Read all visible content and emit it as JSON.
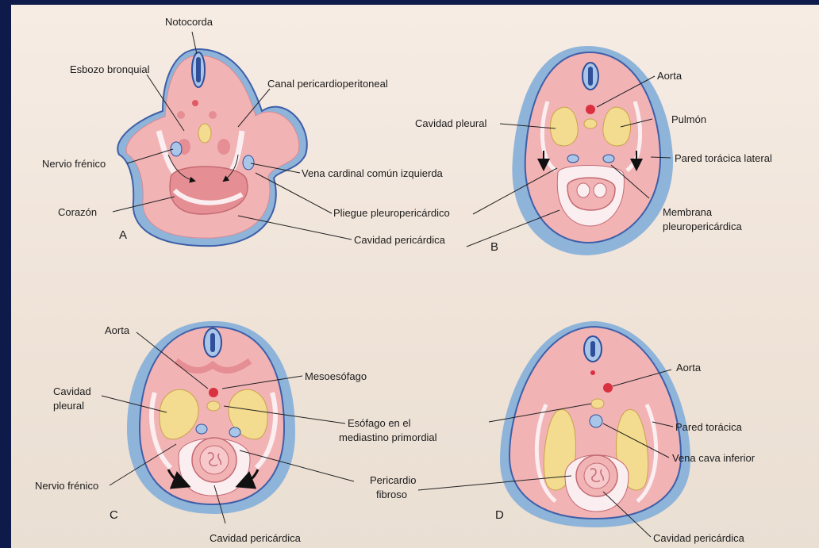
{
  "panels": {
    "A": {
      "letter": "A",
      "labels": {
        "notocorda": "Notocorda",
        "esbozo": "Esbozo bronquial",
        "canal": "Canal pericardioperitoneal",
        "nervio": "Nervio frénico",
        "vena_cardinal": "Vena cardinal común izquierda",
        "corazon": "Corazón",
        "pliegue": "Pliegue pleuropericárdico",
        "cavidad_peri": "Cavidad pericárdica"
      }
    },
    "B": {
      "letter": "B",
      "labels": {
        "aorta": "Aorta",
        "cavidad_pleural": "Cavidad pleural",
        "pulmon": "Pulmón",
        "pared_lateral": "Pared torácica lateral",
        "membrana_1": "Membrana",
        "membrana_2": "pleuropericárdica"
      }
    },
    "C": {
      "letter": "C",
      "labels": {
        "aorta": "Aorta",
        "mesoesofago": "Mesoesófago",
        "cavidad_1": "Cavidad",
        "cavidad_2": "pleural",
        "esofago_1": "Esófago en el",
        "esofago_2": "mediastino primordial",
        "nervio": "Nervio frénico",
        "pericardio_1": "Pericardio",
        "pericardio_2": "fibroso",
        "cavidad_peri": "Cavidad pericárdica"
      }
    },
    "D": {
      "letter": "D",
      "labels": {
        "aorta": "Aorta",
        "pared": "Pared torácica",
        "vena_cava": "Vena cava inferior",
        "cavidad_peri": "Cavidad pericárdica"
      }
    }
  },
  "colors": {
    "tissue": "#f2b3b5",
    "tissue_dark": "#e58e93",
    "blue_outer": "#8fb4da",
    "blue_outline": "#3f5fa8",
    "lung": "#f3dc8f",
    "vessel_red": "#d9313f",
    "cavity": "#fbeef0"
  }
}
